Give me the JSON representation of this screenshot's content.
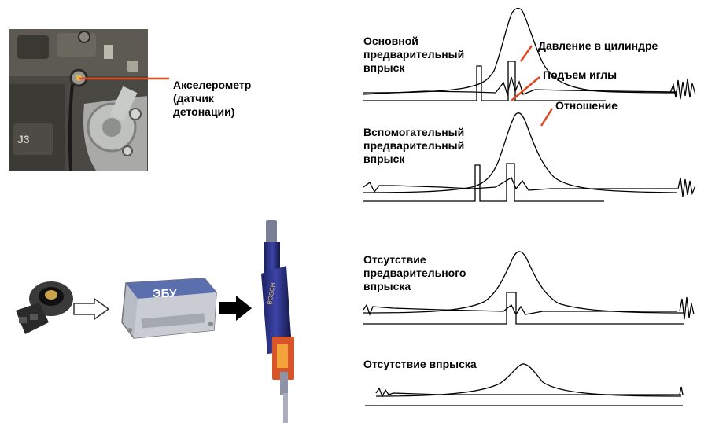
{
  "sensor": {
    "label_line1": "Акселерометр",
    "label_line2": "(датчик",
    "label_line3": "детонации)"
  },
  "ecu": {
    "label": "ЭБУ"
  },
  "injector": {
    "brand": "BOSCH"
  },
  "engine_photo": {
    "stamp": "J3"
  },
  "graph1": {
    "label_line1": "Основной",
    "label_line2": "предварительный",
    "label_line3": "впрыск",
    "ann_pressure": "Давление в цилиндре",
    "ann_needle": "Подъем иглы",
    "ann_ratio": "Отношение"
  },
  "graph2": {
    "label_line1": "Вспомогательный",
    "label_line2": "предварительный",
    "label_line3": "впрыск"
  },
  "graph3": {
    "label_line1": "Отсутствие",
    "label_line2": "предварительного",
    "label_line3": "впрыска"
  },
  "graph4": {
    "label": "Отсутствие впрыска"
  },
  "colors": {
    "annotation_line": "#e04a1e",
    "ecu_body": "#b8bcc4",
    "injector_blue": "#2a2f8a"
  }
}
